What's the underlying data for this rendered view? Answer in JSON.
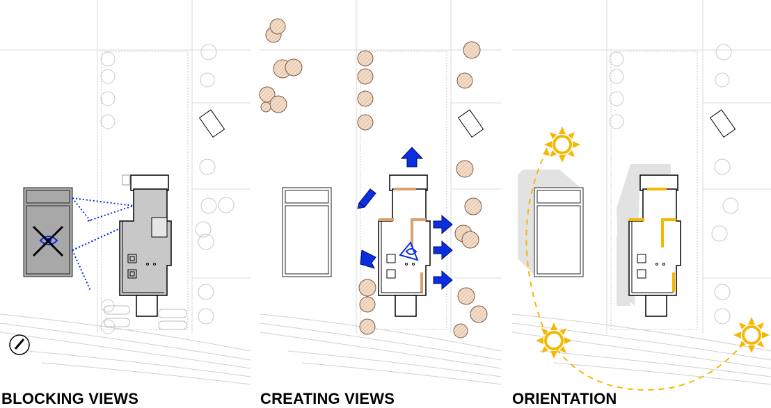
{
  "diagram": {
    "panels": [
      {
        "id": "blocking",
        "title": "BLOCKING VIEWS"
      },
      {
        "id": "creating",
        "title": "CREATING VIEWS"
      },
      {
        "id": "orientation",
        "title": "ORIENTATION"
      }
    ],
    "icons": {
      "blocked_eye": "crossed-eye-icon",
      "view_eye": "eye-icon",
      "view_direction": "blue-arrow-icon",
      "sun": "sun-icon",
      "compass": "north-arrow-icon"
    },
    "colors": {
      "neighbour_fill": "#a8a8a8",
      "house_fill": "#c8c8c8",
      "view_blue": "#0a2ee0",
      "tree_fill": "#f3dcc8",
      "tree_stroke": "#b0764a",
      "window_tan": "#d9a070",
      "sun_yellow": "#f5b800",
      "shadow_grey": "#e2e2e2"
    },
    "arrow_count_creating": 6,
    "sun_count": 3
  }
}
